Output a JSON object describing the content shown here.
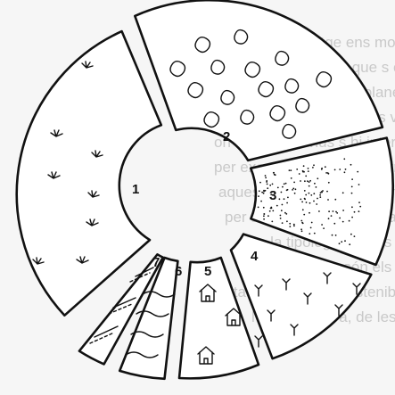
{
  "diagram": {
    "sectors": [
      {
        "id": 1,
        "label": "1",
        "pattern": "grass"
      },
      {
        "id": 2,
        "label": "2",
        "pattern": "stones"
      },
      {
        "id": 3,
        "label": "3",
        "pattern": "dots"
      },
      {
        "id": 4,
        "label": "4",
        "pattern": "sprouts"
      },
      {
        "id": 5,
        "label": "5",
        "pattern": "houses"
      },
      {
        "id": 6,
        "label": "6",
        "pattern": "waves"
      },
      {
        "id": 7,
        "label": "7",
        "pattern": "dashed-bands"
      }
    ]
  },
  "background_text": [
    "Aquesta imatge ens mostra el sòl i el seu paper com a hàbitat.",
    "l origen de la vida, que s explica aquí del tot amb el d",
    "que sosté la vida del planeta i la seva xarxa de",
    "relacions entre els éssers vius i el medi sòl, dins del c",
    "on els éssers vius s hi interessen a consumir,",
    "per exemple, el subsòl i altres, de fet el que és",
    "aquest a l abast del sistema. Així es reparteix",
    "per a les funcions, o el cas de l explotació, es",
    "fixa la tipologia de l ús i els sòls, de manera",
    "molts sòls que són els usos i les ciutats que aquí",
    "ciutats, amb el sòl sostenible, amb qui",
    "l ús de la terra, de les zones de conreu"
  ]
}
